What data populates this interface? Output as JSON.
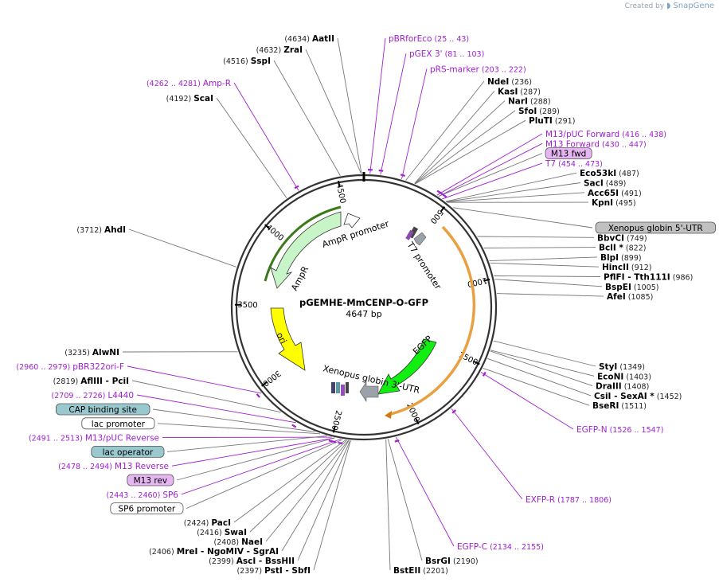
{
  "watermark": {
    "created_by": "Created by",
    "brand": "SnapGene"
  },
  "plasmid": {
    "name": "pGEMHE-MmCENP-O-GFP",
    "length_label": "4647 bp",
    "length": 4647
  },
  "ticks": [
    {
      "pos": 500,
      "label": "500"
    },
    {
      "pos": 1000,
      "label": "1000"
    },
    {
      "pos": 1500,
      "label": "1500"
    },
    {
      "pos": 2000,
      "label": "2000"
    },
    {
      "pos": 2500,
      "label": "2500"
    },
    {
      "pos": 3000,
      "label": "3000"
    },
    {
      "pos": 3500,
      "label": "3500"
    },
    {
      "pos": 4000,
      "label": "4000"
    },
    {
      "pos": 4500,
      "label": "4500"
    }
  ],
  "features": [
    {
      "name": "AmpR",
      "label": "AmpR"
    },
    {
      "name": "AmpR promoter",
      "label": "AmpR promoter"
    },
    {
      "name": "ori",
      "label": "ori"
    },
    {
      "name": "T7 promoter",
      "label": "T7 promoter"
    },
    {
      "name": "EGFP",
      "label": "EGFP"
    },
    {
      "name": "Xenopus globin 3'-UTR",
      "label": "Xenopus globin 3'-UTR"
    }
  ],
  "left_labels": [
    {
      "pos": 4634,
      "coord": "(4634)",
      "name": "AatII",
      "kind": "enzyme"
    },
    {
      "pos": 4632,
      "coord": "(4632)",
      "name": "ZraI",
      "kind": "enzyme"
    },
    {
      "pos": 4516,
      "coord": "(4516)",
      "name": "SspI",
      "kind": "enzyme"
    },
    {
      "pos": 4270,
      "coord": "(4262 .. 4281)",
      "name": "Amp-R",
      "kind": "primer"
    },
    {
      "pos": 4192,
      "coord": "(4192)",
      "name": "ScaI",
      "kind": "enzyme"
    },
    {
      "pos": 3712,
      "coord": "(3712)",
      "name": "AhdI",
      "kind": "enzyme"
    },
    {
      "pos": 3235,
      "coord": "(3235)",
      "name": "AlwNI",
      "kind": "enzyme"
    },
    {
      "pos": 2970,
      "coord": "(2960 .. 2979)",
      "name": "pBR322ori-F",
      "kind": "primer"
    },
    {
      "pos": 2819,
      "coord": "(2819)",
      "name": "AflIII  -  PciI",
      "kind": "enzyme"
    },
    {
      "pos": 2717,
      "coord": "(2709 .. 2726)",
      "name": "L4440",
      "kind": "primer"
    },
    {
      "pos": 2600,
      "coord": "",
      "name": "CAP binding site",
      "kind": "box-teal"
    },
    {
      "pos": 2570,
      "coord": "",
      "name": "lac promoter",
      "kind": "box-white"
    },
    {
      "pos": 2502,
      "coord": "(2491 .. 2513)",
      "name": "M13/pUC Reverse",
      "kind": "primer"
    },
    {
      "pos": 2530,
      "coord": "",
      "name": "lac operator",
      "kind": "box-teal"
    },
    {
      "pos": 2486,
      "coord": "(2478 .. 2494)",
      "name": "M13 Reverse",
      "kind": "primer"
    },
    {
      "pos": 2486,
      "coord": "",
      "name": "M13 rev",
      "kind": "box-purple"
    },
    {
      "pos": 2451,
      "coord": "(2443 .. 2460)",
      "name": "SP6",
      "kind": "primer"
    },
    {
      "pos": 2440,
      "coord": "",
      "name": "SP6 promoter",
      "kind": "box-white"
    },
    {
      "pos": 2424,
      "coord": "(2424)",
      "name": "PacI",
      "kind": "enzyme"
    },
    {
      "pos": 2416,
      "coord": "(2416)",
      "name": "SwaI",
      "kind": "enzyme"
    },
    {
      "pos": 2408,
      "coord": "(2408)",
      "name": "NaeI",
      "kind": "enzyme"
    },
    {
      "pos": 2406,
      "coord": "(2406)",
      "name": "MreI  -  NgoMIV  -  SgrAI",
      "kind": "enzyme"
    },
    {
      "pos": 2399,
      "coord": "(2399)",
      "name": "AscI  -  BssHII",
      "kind": "enzyme"
    },
    {
      "pos": 2397,
      "coord": "(2397)",
      "name": "PstI  -  SbfI",
      "kind": "enzyme"
    }
  ],
  "right_labels": [
    {
      "pos": 34,
      "coord": "(25 .. 43)",
      "name": "pBRforEco",
      "kind": "primer"
    },
    {
      "pos": 92,
      "coord": "(81 .. 103)",
      "name": "pGEX 3'",
      "kind": "primer"
    },
    {
      "pos": 212,
      "coord": "(203 .. 222)",
      "name": "pRS-marker",
      "kind": "primer"
    },
    {
      "pos": 236,
      "coord": "(236)",
      "name": "NdeI",
      "kind": "enzyme"
    },
    {
      "pos": 287,
      "coord": "(287)",
      "name": "KasI",
      "kind": "enzyme"
    },
    {
      "pos": 288,
      "coord": "(288)",
      "name": "NarI",
      "kind": "enzyme"
    },
    {
      "pos": 289,
      "coord": "(289)",
      "name": "SfoI",
      "kind": "enzyme"
    },
    {
      "pos": 291,
      "coord": "(291)",
      "name": "PluTI",
      "kind": "enzyme"
    },
    {
      "pos": 427,
      "coord": "(416 .. 438)",
      "name": "M13/pUC Forward",
      "kind": "primer"
    },
    {
      "pos": 438,
      "coord": "(430 .. 447)",
      "name": "M13 Forward",
      "kind": "primer"
    },
    {
      "pos": 438,
      "coord": "",
      "name": "M13 fwd",
      "kind": "box-purple"
    },
    {
      "pos": 463,
      "coord": "(454 .. 473)",
      "name": "T7",
      "kind": "primer"
    },
    {
      "pos": 487,
      "coord": "(487)",
      "name": "Eco53kI",
      "kind": "enzyme"
    },
    {
      "pos": 489,
      "coord": "(489)",
      "name": "SacI",
      "kind": "enzyme"
    },
    {
      "pos": 491,
      "coord": "(491)",
      "name": "Acc65I",
      "kind": "enzyme"
    },
    {
      "pos": 495,
      "coord": "(495)",
      "name": "KpnI",
      "kind": "enzyme"
    },
    {
      "pos": 540,
      "coord": "",
      "name": "Xenopus globin 5'-UTR",
      "kind": "box-gray"
    },
    {
      "pos": 749,
      "coord": "(749)",
      "name": "BbvCI",
      "kind": "enzyme"
    },
    {
      "pos": 822,
      "coord": "(822)",
      "name": "BclI *",
      "kind": "enzyme"
    },
    {
      "pos": 899,
      "coord": "(899)",
      "name": "BlpI",
      "kind": "enzyme"
    },
    {
      "pos": 912,
      "coord": "(912)",
      "name": "HincII",
      "kind": "enzyme"
    },
    {
      "pos": 986,
      "coord": "(986)",
      "name": "PflFI  -  Tth111I",
      "kind": "enzyme"
    },
    {
      "pos": 1005,
      "coord": "(1005)",
      "name": "BspEI",
      "kind": "enzyme"
    },
    {
      "pos": 1085,
      "coord": "(1085)",
      "name": "AfeI",
      "kind": "enzyme"
    },
    {
      "pos": 1349,
      "coord": "(1349)",
      "name": "StyI",
      "kind": "enzyme"
    },
    {
      "pos": 1403,
      "coord": "(1403)",
      "name": "EcoNI",
      "kind": "enzyme"
    },
    {
      "pos": 1408,
      "coord": "(1408)",
      "name": "DraIII",
      "kind": "enzyme"
    },
    {
      "pos": 1452,
      "coord": "(1452)",
      "name": "CsiI  -  SexAI *",
      "kind": "enzyme"
    },
    {
      "pos": 1511,
      "coord": "(1511)",
      "name": "BseRI",
      "kind": "enzyme"
    },
    {
      "pos": 1536,
      "coord": "(1526 .. 1547)",
      "name": "EGFP-N",
      "kind": "primer"
    },
    {
      "pos": 1796,
      "coord": "(1787 .. 1806)",
      "name": "EXFP-R",
      "kind": "primer"
    },
    {
      "pos": 2144,
      "coord": "(2134 .. 2155)",
      "name": "EGFP-C",
      "kind": "primer"
    },
    {
      "pos": 2190,
      "coord": "(2190)",
      "name": "BsrGI",
      "kind": "enzyme"
    },
    {
      "pos": 2201,
      "coord": "(2201)",
      "name": "BstEII",
      "kind": "enzyme"
    }
  ],
  "colors": {
    "enzyme": "#000000",
    "primer": "#a020d0",
    "ampr_fill": "#c8f5c8",
    "ampr_band": "#3a7a1a",
    "ori_fill": "#ffff00",
    "egfp_fill": "#11ee11",
    "orange_band": "#e8a040",
    "box_teal": "#9ac8cf",
    "box_purple": "#e6b6f2",
    "box_gray": "#c0c0c0",
    "promoter_fill": "#ffffff",
    "gray_arrow": "#9aa2aa"
  }
}
